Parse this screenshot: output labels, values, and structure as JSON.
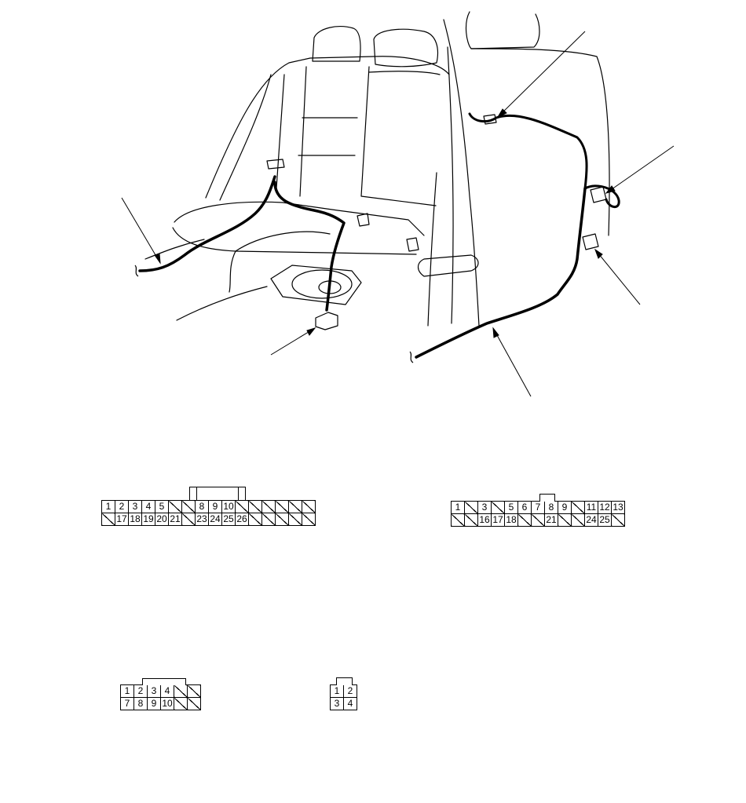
{
  "connectors": {
    "c1": {
      "row1": [
        "1",
        "2",
        "3",
        "4",
        "5",
        "",
        "",
        "8",
        "9",
        "10",
        "",
        "",
        "",
        "",
        "",
        ""
      ],
      "row2": [
        "",
        "17",
        "18",
        "19",
        "20",
        "21",
        "",
        "23",
        "24",
        "25",
        "26",
        "",
        "",
        "",
        "",
        ""
      ]
    },
    "c2": {
      "row1": [
        "1",
        "",
        "3",
        "",
        "5",
        "6",
        "7",
        "8",
        "9",
        "",
        "11",
        "12",
        "13"
      ],
      "row2": [
        "",
        "",
        "16",
        "17",
        "18",
        "",
        "",
        "21",
        "",
        "",
        "24",
        "25",
        ""
      ]
    },
    "c3": {
      "row1": [
        "1",
        "2",
        "3",
        "4",
        "",
        ""
      ],
      "row2": [
        "7",
        "8",
        "9",
        "10",
        "",
        ""
      ]
    },
    "c4": {
      "row1": [
        "1",
        "2"
      ],
      "row2": [
        "3",
        "4"
      ]
    }
  }
}
